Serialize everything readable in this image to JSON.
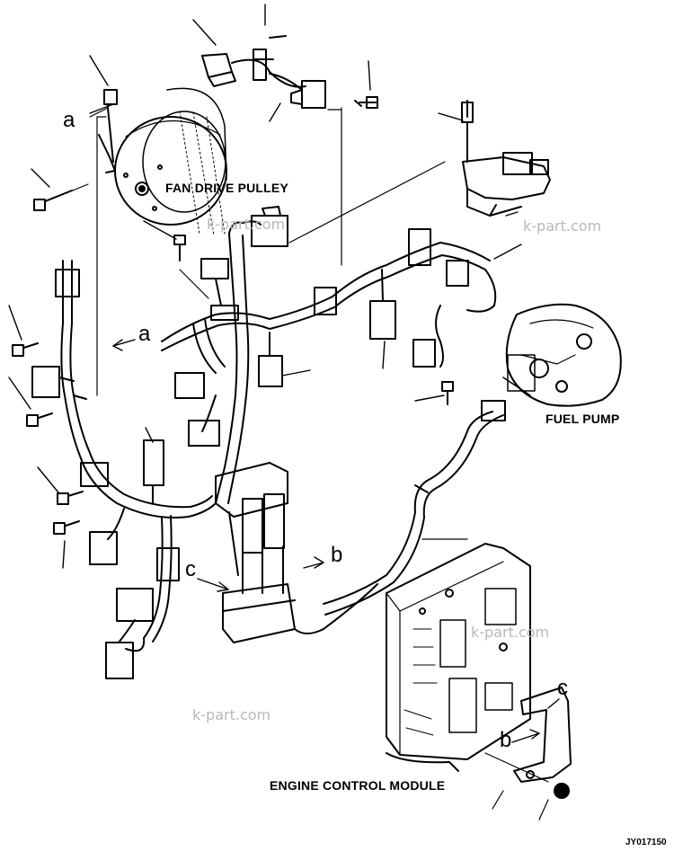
{
  "component_labels": {
    "fan_drive_pulley": "FAN DRIVE PULLEY",
    "fuel_pump": "FUEL PUMP",
    "engine_control_module": "ENGINE CONTROL MODULE"
  },
  "reference_letters": {
    "a_top": "a",
    "a_mid": "a",
    "b_mid": "b",
    "b_low": "b",
    "c_mid": "c",
    "c_low": "c"
  },
  "watermarks": [
    "k-part.com",
    "k-part.com",
    "k-part.com",
    "k-part.com"
  ],
  "drawing_code": "JY017150",
  "colors": {
    "ink": "#000000",
    "paper": "#ffffff",
    "watermark": "#b8b8b8"
  }
}
